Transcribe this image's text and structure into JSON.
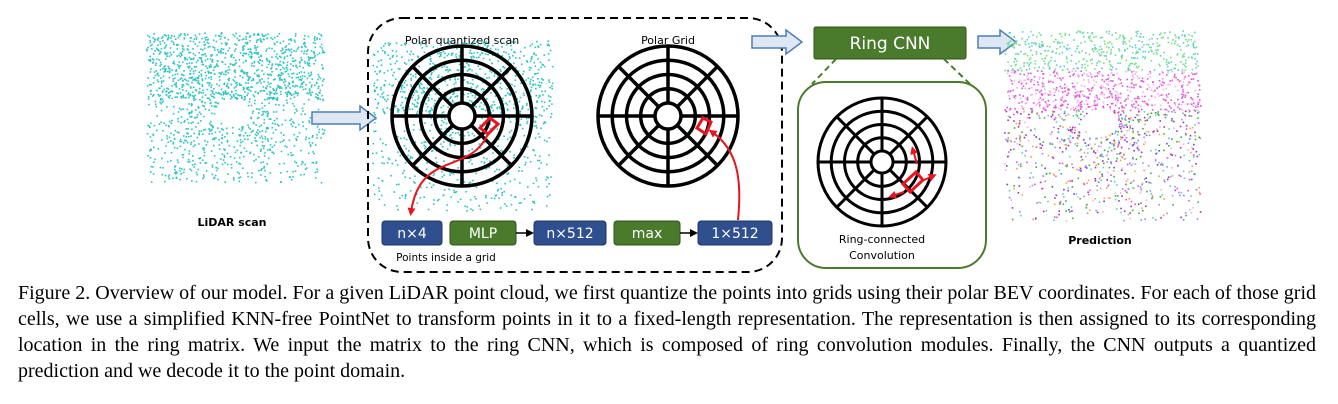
{
  "figure": {
    "lidar_label": "LiDAR scan",
    "polar_scan_label": "Polar quantized scan",
    "polar_grid_label": "Polar Grid",
    "ring_cnn_label": "Ring CNN",
    "ring_conv_label_line1": "Ring-connected",
    "ring_conv_label_line2": "Convolution",
    "prediction_label": "Prediction",
    "points_label": "Points inside a grid",
    "pipeline": {
      "box1": "n×4",
      "box2": "MLP",
      "box3": "n×512",
      "box4": "max",
      "box5": "1×512"
    },
    "colors": {
      "cyan_points": "#2ec4bf",
      "blue_box": "#2f4f8f",
      "green_box": "#4a7a2c",
      "red_arrow": "#e8141e",
      "block_arrow_fill": "#dde8f4",
      "block_arrow_stroke": "#4f7db5"
    }
  },
  "caption": "Figure 2. Overview of our model. For a given LiDAR point cloud, we first quantize the points into grids using their polar BEV coordinates. For each of those grid cells, we use a simplified KNN-free PointNet to transform points in it to a fixed-length representation. The representation is then assigned to its corresponding location in the ring matrix. We input the matrix to the ring CNN, which is composed of ring convolution modules. Finally, the CNN outputs a quantized prediction and we decode it to the point domain."
}
